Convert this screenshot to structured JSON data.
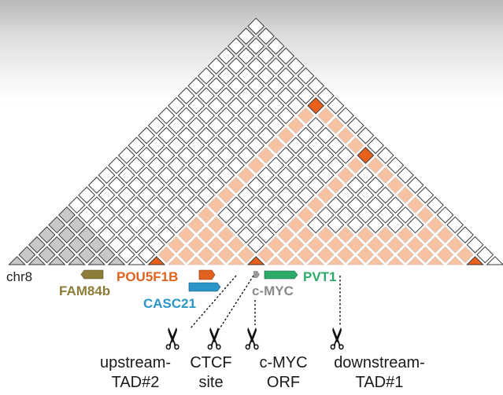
{
  "hic_map": {
    "bins": 25,
    "colors": {
      "empty": "#ffffff",
      "tad": "#f6c2a2",
      "gray": "#c8c8c8",
      "highlight": "#e8601c"
    },
    "gray_domain": [
      0,
      5
    ],
    "tad_domain": [
      7,
      12
    ],
    "row_boundaries": [
      7,
      12
    ],
    "column_boundary": 23,
    "inner_band": {
      "from": 12,
      "to": 23,
      "max_distance": 3
    },
    "highlight_diagonal": [
      7,
      12,
      23
    ],
    "highlight_cells": [
      [
        7,
        23
      ],
      [
        12,
        23
      ]
    ]
  },
  "chromosome": "chr8",
  "genes": [
    {
      "name": "FAM84b",
      "color": "#8c7d3a"
    },
    {
      "name": "POU5F1B",
      "color": "#e0621e"
    },
    {
      "name": "CASC21",
      "color": "#2a95c6"
    },
    {
      "name": "c-MYC",
      "color": "#8a8a8a"
    },
    {
      "name": "PVT1",
      "color": "#2daa6a"
    }
  ],
  "targets": [
    {
      "line1": "upstream-",
      "line2": "TAD#2"
    },
    {
      "line1": "CTCF",
      "line2": "site"
    },
    {
      "line1": "c-MYC",
      "line2": "ORF"
    },
    {
      "line1": "downstream-",
      "line2": "TAD#1"
    }
  ],
  "scissors_glyph": "✂"
}
